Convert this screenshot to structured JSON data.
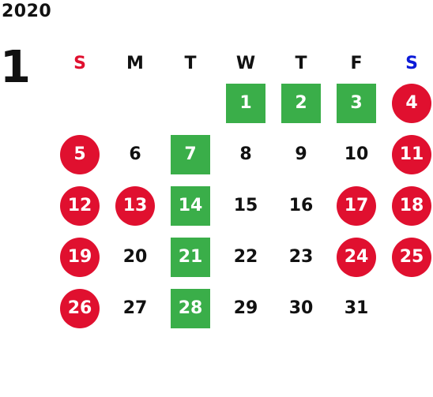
{
  "calendar": {
    "year": "2020",
    "month": "1",
    "weekdays": [
      {
        "label": "S",
        "color": "#e0102f"
      },
      {
        "label": "M",
        "color": "#111111"
      },
      {
        "label": "T",
        "color": "#111111"
      },
      {
        "label": "W",
        "color": "#111111"
      },
      {
        "label": "T",
        "color": "#111111"
      },
      {
        "label": "F",
        "color": "#111111"
      },
      {
        "label": "S",
        "color": "#0b1bd8"
      }
    ],
    "colors": {
      "holiday": "#e0102f",
      "highlight": "#3aae49",
      "text": "#111111"
    },
    "weeks": [
      [
        null,
        null,
        null,
        {
          "day": "1",
          "style": "highlight"
        },
        {
          "day": "2",
          "style": "highlight"
        },
        {
          "day": "3",
          "style": "highlight"
        },
        {
          "day": "4",
          "style": "holiday"
        }
      ],
      [
        {
          "day": "5",
          "style": "holiday"
        },
        {
          "day": "6",
          "style": "normal"
        },
        {
          "day": "7",
          "style": "highlight"
        },
        {
          "day": "8",
          "style": "normal"
        },
        {
          "day": "9",
          "style": "normal"
        },
        {
          "day": "10",
          "style": "normal"
        },
        {
          "day": "11",
          "style": "holiday"
        }
      ],
      [
        {
          "day": "12",
          "style": "holiday"
        },
        {
          "day": "13",
          "style": "holiday"
        },
        {
          "day": "14",
          "style": "highlight"
        },
        {
          "day": "15",
          "style": "normal"
        },
        {
          "day": "16",
          "style": "normal"
        },
        {
          "day": "17",
          "style": "holiday"
        },
        {
          "day": "18",
          "style": "holiday"
        }
      ],
      [
        {
          "day": "19",
          "style": "holiday"
        },
        {
          "day": "20",
          "style": "normal"
        },
        {
          "day": "21",
          "style": "highlight"
        },
        {
          "day": "22",
          "style": "normal"
        },
        {
          "day": "23",
          "style": "normal"
        },
        {
          "day": "24",
          "style": "holiday"
        },
        {
          "day": "25",
          "style": "holiday"
        }
      ],
      [
        {
          "day": "26",
          "style": "holiday"
        },
        {
          "day": "27",
          "style": "normal"
        },
        {
          "day": "28",
          "style": "highlight"
        },
        {
          "day": "29",
          "style": "normal"
        },
        {
          "day": "30",
          "style": "normal"
        },
        {
          "day": "31",
          "style": "normal"
        },
        null
      ]
    ]
  }
}
